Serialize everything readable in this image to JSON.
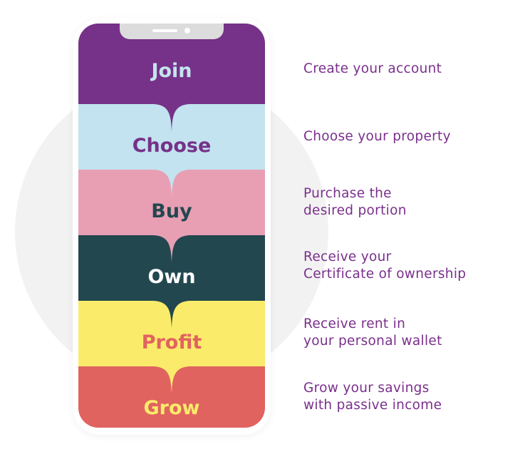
{
  "steps": [
    {
      "label": "Join",
      "description": "Create your account",
      "bg": "#763188",
      "text_color": "#c4e4ef"
    },
    {
      "label": "Choose",
      "description": "Choose your property",
      "bg": "#c2e3ef",
      "text_color": "#763188"
    },
    {
      "label": "Buy",
      "description": "Purchase the\ndesired portion",
      "bg": "#e89fb3",
      "text_color": "#22474f"
    },
    {
      "label": "Own",
      "description": "Receive your\nCertificate of ownership",
      "bg": "#22474f",
      "text_color": "#ffffff"
    },
    {
      "label": "Profit",
      "description": "Receive rent in\nyour personal wallet",
      "bg": "#fbeb6a",
      "text_color": "#e0635f"
    },
    {
      "label": "Grow",
      "description": "Grow your savings\nwith passive income",
      "bg": "#e0635f",
      "text_color": "#fbeb6a"
    }
  ]
}
